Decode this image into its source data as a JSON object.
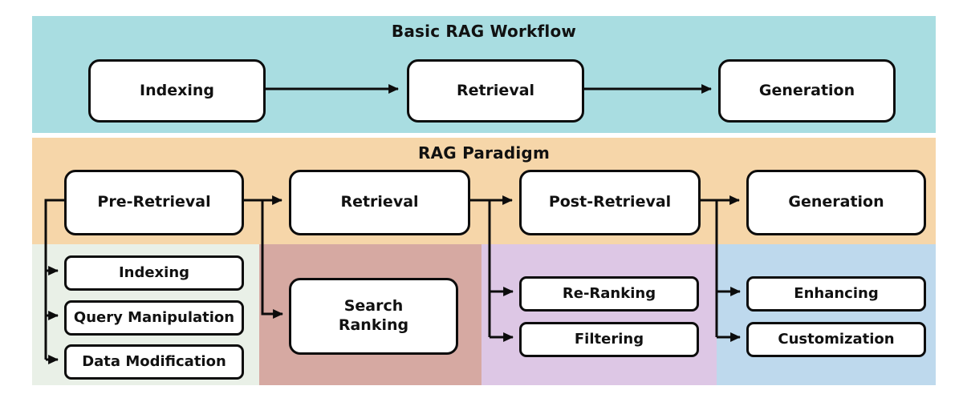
{
  "workflow": {
    "title": "Basic RAG Workflow",
    "nodes": [
      {
        "label": "Indexing"
      },
      {
        "label": "Retrieval"
      },
      {
        "label": "Generation"
      }
    ]
  },
  "paradigm": {
    "title": "RAG Paradigm",
    "stages": [
      {
        "label": "Pre-Retrieval",
        "sub": [
          {
            "label": "Indexing"
          },
          {
            "label": "Query Manipulation"
          },
          {
            "label": "Data Modification"
          }
        ]
      },
      {
        "label": "Retrieval",
        "sub": [
          {
            "label": "Search\nRanking"
          }
        ]
      },
      {
        "label": "Post-Retrieval",
        "sub": [
          {
            "label": "Re-Ranking"
          },
          {
            "label": "Filtering"
          }
        ]
      },
      {
        "label": "Generation",
        "sub": [
          {
            "label": "Enhancing"
          },
          {
            "label": "Customization"
          }
        ]
      }
    ]
  },
  "colors": {
    "workflow_band": "#a9dde1",
    "paradigm_band": "#f6d6a9",
    "pre_retrieval_band": "#e9f0e7",
    "retrieval_band": "#d6a9a2",
    "post_retrieval_band": "#ddc7e5",
    "generation_band": "#bed9ed",
    "connector": "#0c0c0c",
    "node_fill": "#ffffff",
    "node_border": "#0c0c0c"
  }
}
